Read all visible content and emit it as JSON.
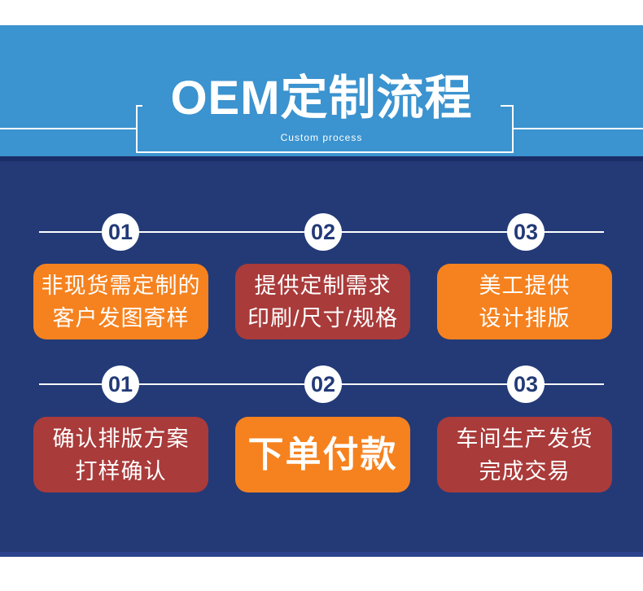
{
  "header": {
    "title": "OEM定制流程",
    "subtitle": "Custom process"
  },
  "colors": {
    "white": "#ffffff",
    "light_blue": "#3b93cf",
    "navy": "#233a77",
    "navy_dark_strip": "#1b2d66",
    "navy_bottom_strip": "#2a438c",
    "orange": "#f5821f",
    "brick_red": "#a93b3a"
  },
  "rows": [
    {
      "steps": [
        {
          "number": "01",
          "color": "orange",
          "lines": [
            "非现货需定制的",
            "客户发图寄样"
          ]
        },
        {
          "number": "02",
          "color": "brick_red",
          "lines": [
            "提供定制需求",
            "印刷/尺寸/规格"
          ]
        },
        {
          "number": "03",
          "color": "orange",
          "lines": [
            "美工提供",
            "设计排版"
          ]
        }
      ]
    },
    {
      "steps": [
        {
          "number": "01",
          "color": "brick_red",
          "lines": [
            "确认排版方案",
            "打样确认"
          ]
        },
        {
          "number": "02",
          "color": "orange",
          "lines": [
            "下单付款"
          ],
          "emphasis": true
        },
        {
          "number": "03",
          "color": "brick_red",
          "lines": [
            "车间生产发货",
            "完成交易"
          ]
        }
      ]
    }
  ]
}
